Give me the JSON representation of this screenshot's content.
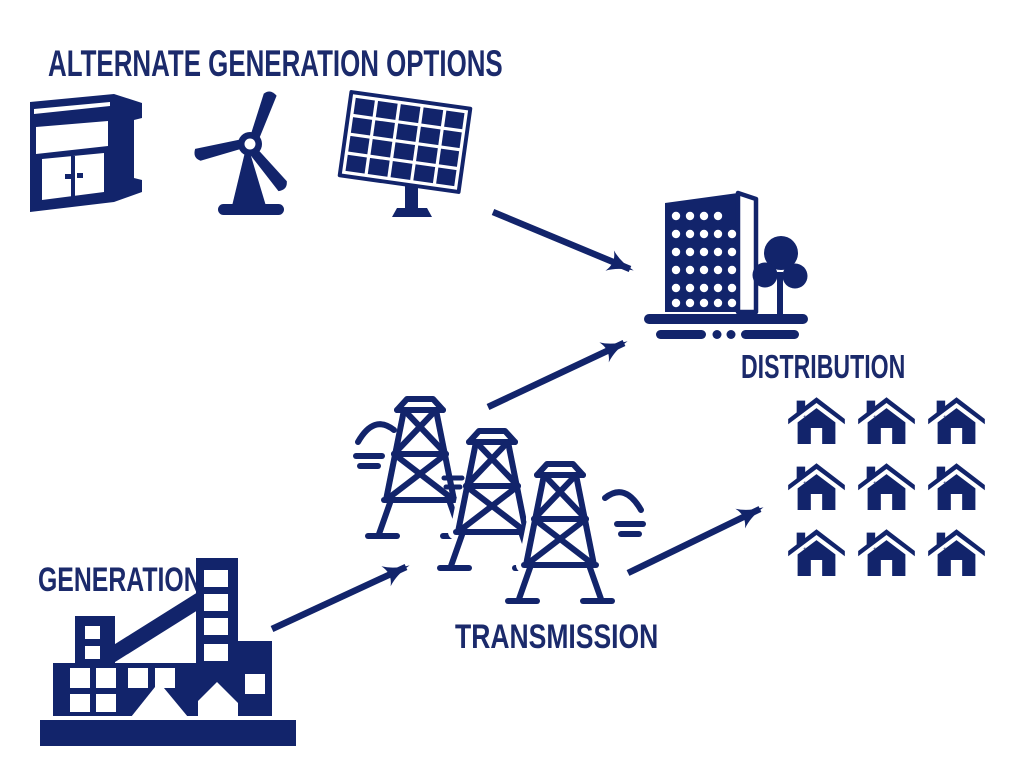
{
  "diagram": {
    "title": "ALTERNATE GENERATION OPTIONS",
    "stages": {
      "generation_label": "GENERATION",
      "transmission_label": "TRANSMISSION",
      "distribution_label": "DISTRIBUTION"
    },
    "alternate_generation_icons": [
      "generator-cabinet",
      "wind-turbine",
      "solar-panel"
    ],
    "icons": {
      "generator": "generator-cabinet-icon",
      "wind": "wind-turbine-icon",
      "solar": "solar-panel-icon",
      "building": "distribution-building-icon",
      "towers": "transmission-towers-icon",
      "factory": "generation-plant-icon",
      "house": "house-icon"
    },
    "houses": {
      "rows": 3,
      "cols": 3,
      "total": 9
    },
    "transmission_towers_count": 3,
    "arrows": [
      {
        "from": "solar-panel",
        "to": "distribution-building"
      },
      {
        "from": "transmission-towers",
        "to": "distribution-building"
      },
      {
        "from": "generation-plant",
        "to": "transmission-towers"
      },
      {
        "from": "transmission-towers",
        "to": "houses"
      }
    ],
    "colors": {
      "primary": "#12246b",
      "text": "#1b2a6b",
      "background": "#ffffff"
    }
  }
}
